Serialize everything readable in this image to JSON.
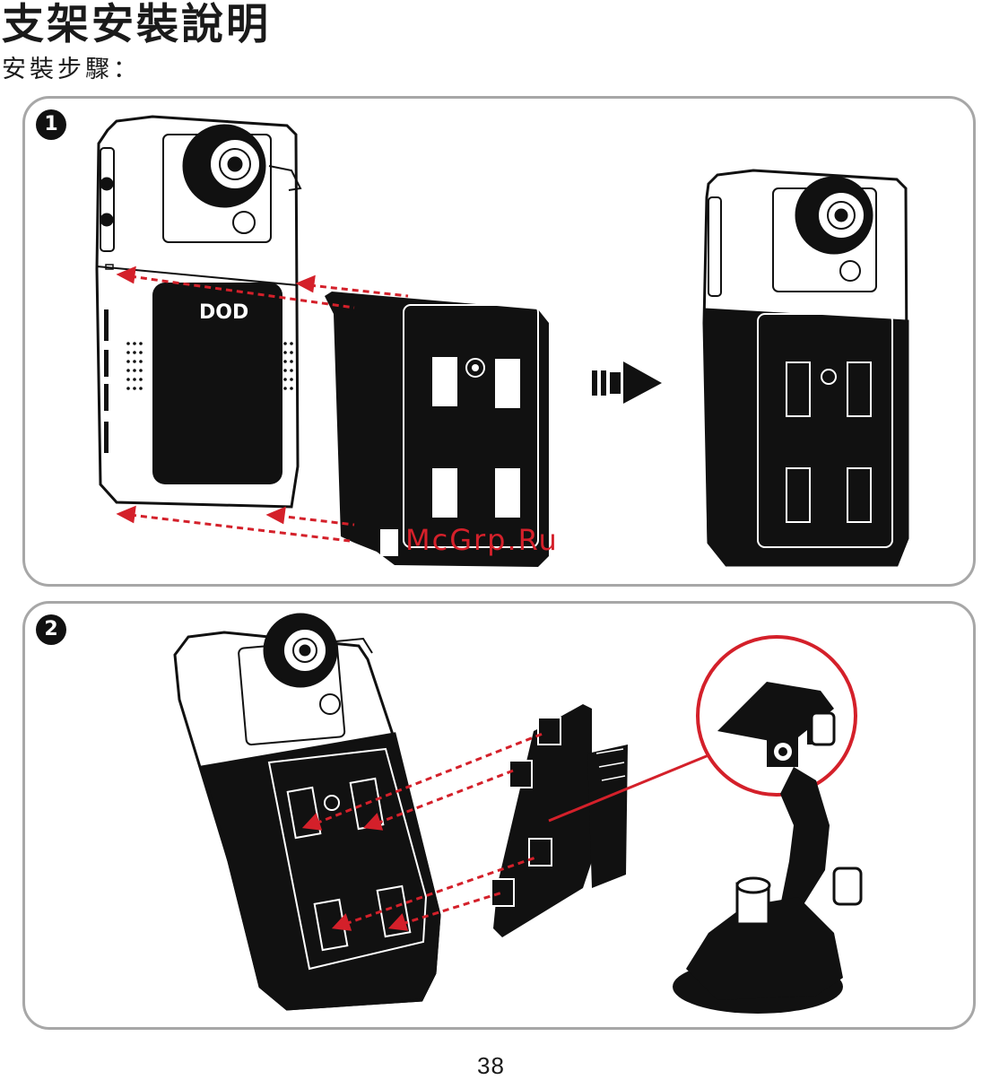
{
  "header": {
    "title": "支架安裝說明",
    "subtitle": "安裝步驟："
  },
  "steps": [
    {
      "number": "1",
      "camera_logo": "DOD"
    },
    {
      "number": "2"
    }
  ],
  "watermark": "McGrp.Ru",
  "footer": {
    "page_number": "38"
  },
  "colors": {
    "accent_red": "#d4202a",
    "panel_border": "#a7a7a7",
    "ink": "#111111"
  }
}
